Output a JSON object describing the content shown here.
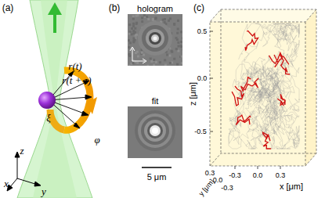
{
  "diagram": {
    "nodes": [
      {
        "text": [
          "hologram"
        ]
      },
      {
        "text": [
          "fit"
        ]
      }
    ],
    "labels": [
      "(a)",
      "r(t)",
      "r(t + τ)",
      "ξ",
      "φ",
      "z",
      "x",
      "y",
      "(b)",
      "y",
      "x",
      "5 μm",
      "(c)",
      "z [μm]",
      "0.5",
      "0.0",
      "-0.5",
      "y [μm]",
      "0.3",
      "0.0",
      "-0.3",
      "x [μm]",
      "-0.3",
      "0.0",
      "0.3"
    ]
  }
}
